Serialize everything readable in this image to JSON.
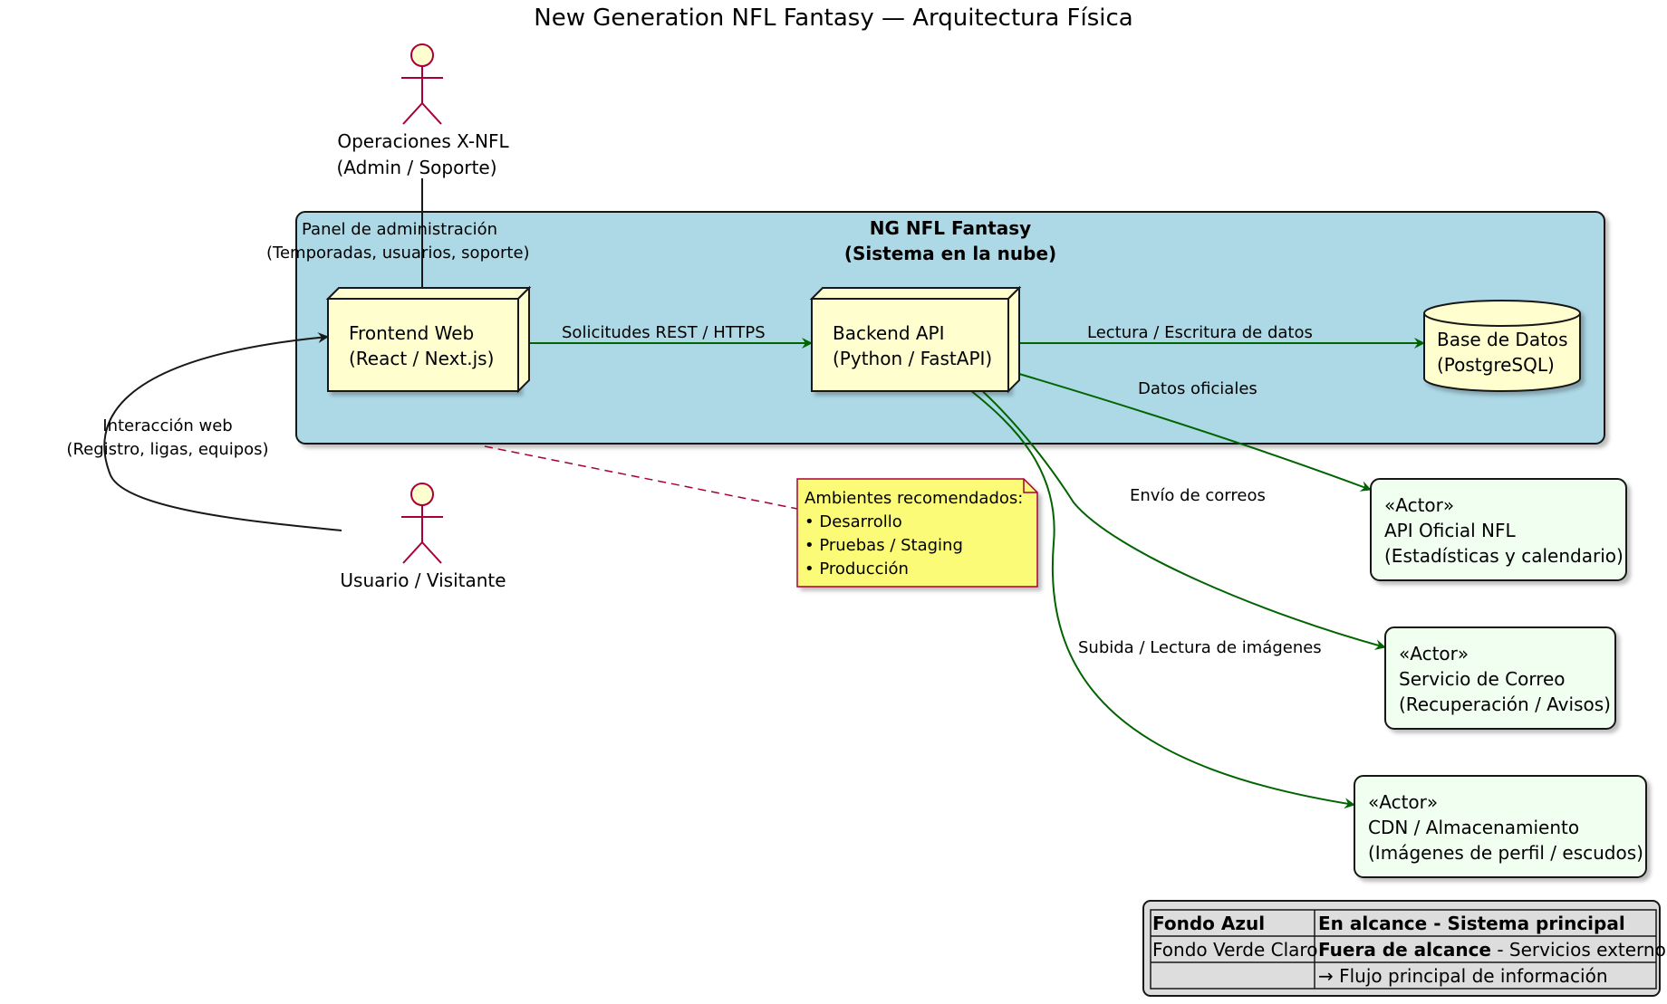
{
  "title": "New Generation NFL Fantasy — Arquitectura Física",
  "colors": {
    "cloud_bg": "#ADD8E6",
    "node_fill": "#FEFECE",
    "external_fill": "#F0FFF0",
    "note_fill": "#FBFB77",
    "actor_stroke": "#A80036",
    "flow_green": "#006400",
    "legend_bg": "#DDDDDD"
  },
  "actors": {
    "ops_line1": "Operaciones X-NFL",
    "ops_line2": "(Admin / Soporte)",
    "user": "Usuario / Visitante"
  },
  "cloud": {
    "title_line1": "NG NFL Fantasy",
    "title_line2": "(Sistema en la nube)"
  },
  "nodes": {
    "frontend_line1": "Frontend Web",
    "frontend_line2": "(React / Next.js)",
    "backend_line1": "Backend API",
    "backend_line2": "(Python / FastAPI)",
    "db_line1": "Base de Datos",
    "db_line2": "(PostgreSQL)"
  },
  "externals": {
    "nfl_stereo": "«Actor»",
    "nfl_line1": "API Oficial NFL",
    "nfl_line2": "(Estadísticas y calendario)",
    "mail_stereo": "«Actor»",
    "mail_line1": "Servicio de Correo",
    "mail_line2": "(Recuperación / Avisos)",
    "cdn_stereo": "«Actor»",
    "cdn_line1": "CDN / Almacenamiento",
    "cdn_line2": "(Imágenes de perfil / escudos)"
  },
  "edges": {
    "admin_line1": "Panel de administración",
    "admin_line2": "(Temporadas, usuarios, soporte)",
    "web_line1": "Interacción web",
    "web_line2": "(Registro, ligas, equipos)",
    "rest": "Solicitudes REST / HTTPS",
    "rw": "Lectura / Escritura de datos",
    "official": "Datos oficiales",
    "mail": "Envío de correos",
    "images": "Subida / Lectura de imágenes"
  },
  "note": {
    "title": "Ambientes recomendados:",
    "items": [
      "• Desarrollo",
      "• Pruebas / Staging",
      "• Producción"
    ]
  },
  "legend": {
    "rows": [
      {
        "key": "Fondo Azul",
        "value_bold": "En alcance - Sistema principal",
        "value_rest": ""
      },
      {
        "key": "Fondo Verde Claro",
        "value_bold": "Fuera de alcance",
        "value_rest": " - Servicios externos"
      },
      {
        "key": "",
        "value_bold": "",
        "value_rest": "→ Flujo principal de información"
      }
    ]
  }
}
